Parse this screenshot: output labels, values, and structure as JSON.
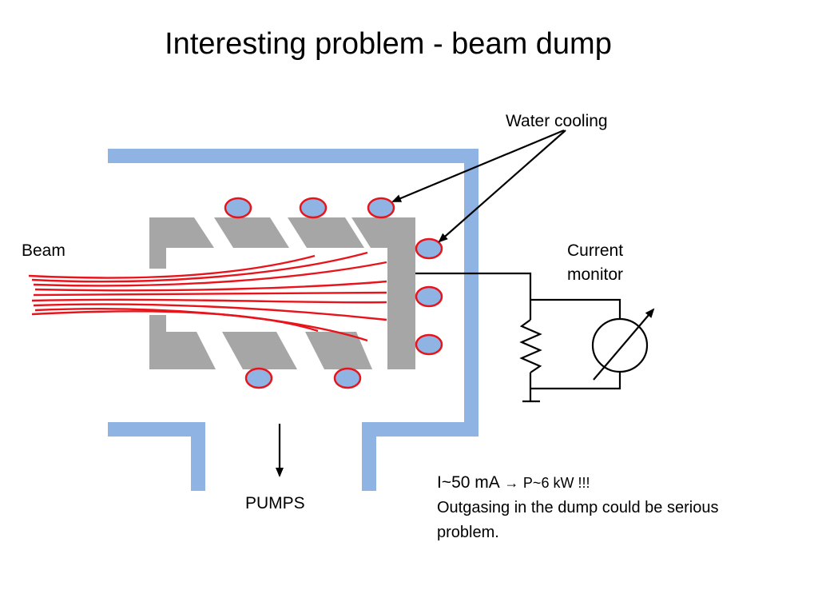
{
  "title": "Interesting problem - beam dump",
  "labels": {
    "beam": "Beam",
    "water_cooling": "Water cooling",
    "current_monitor_line1": "Current",
    "current_monitor_line2": "monitor",
    "pumps": "PUMPS"
  },
  "notes": {
    "line1_current": "I~50 mA",
    "line1_arrow": "→",
    "line1_power": "P~6 kW !!!",
    "line2": "Outgasing in the dump could be serious",
    "line3": "problem."
  },
  "colors": {
    "chamber": "#8fb4e3",
    "absorber": "#a6a6a6",
    "beam": "#e8141b",
    "cooling_fill": "#8fb4e3",
    "cooling_stroke": "#e8141b"
  },
  "icons": {
    "resistor": "resistor-symbol",
    "meter": "variable-meter-symbol"
  }
}
